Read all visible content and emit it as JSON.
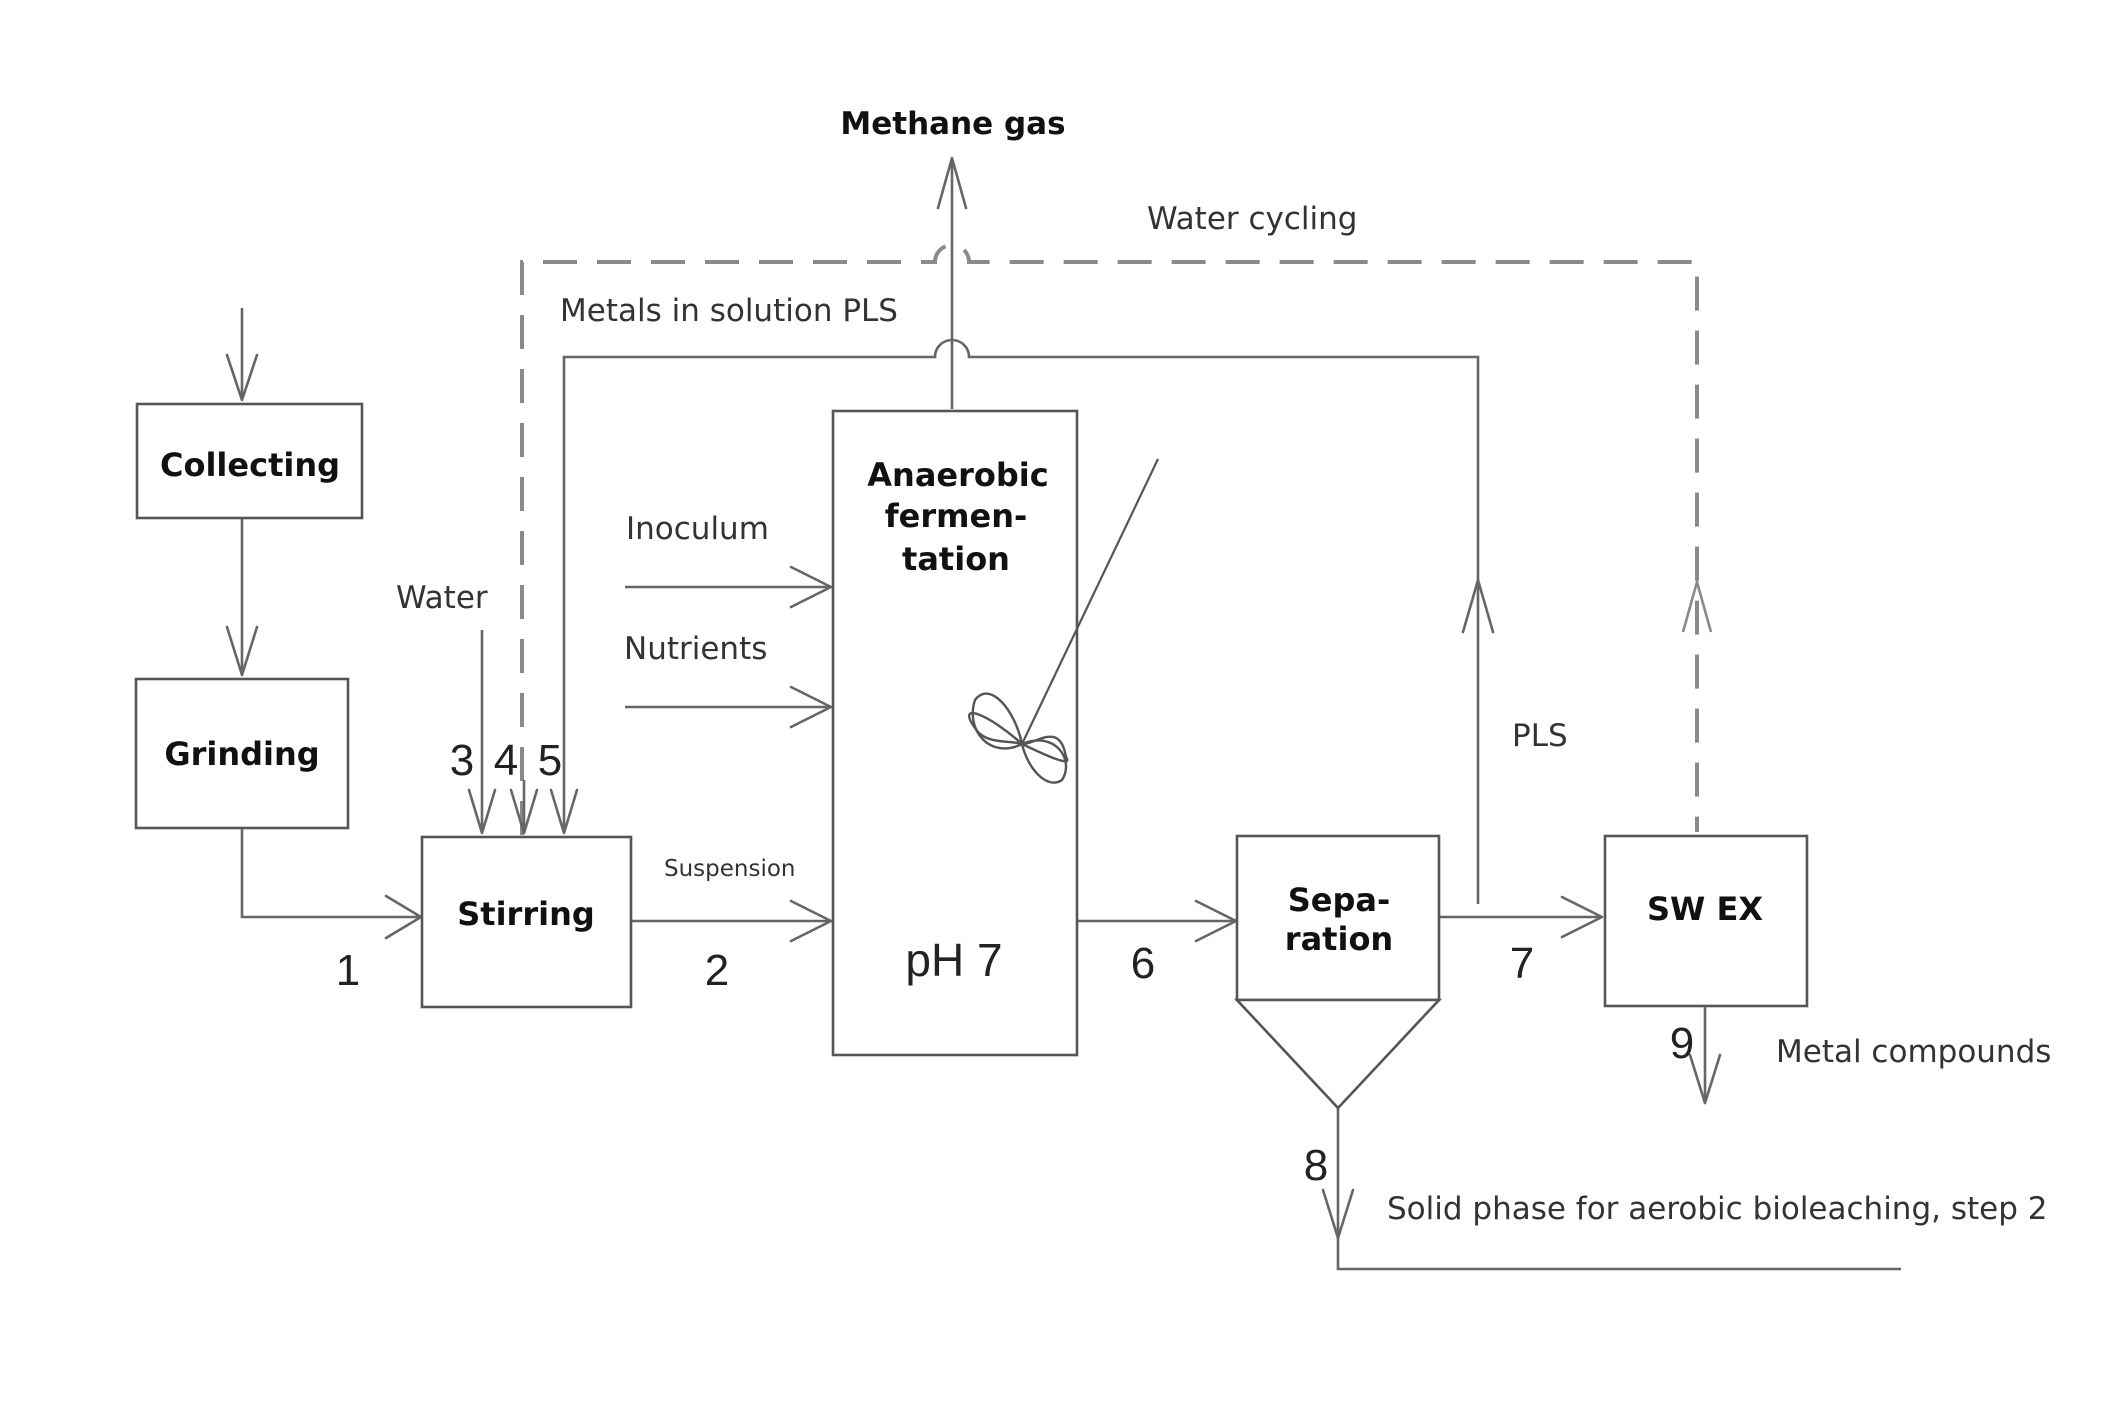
{
  "nodes": {
    "collecting": "Collecting",
    "grinding": "Grinding",
    "stirring": "Stirring",
    "fermentation_1": "Anaerobic",
    "fermentation_2": "fermen-",
    "fermentation_3": "tation",
    "ph": "pH 7",
    "separation_1": "Sepa-",
    "separation_2": "ration",
    "swex": "SW EX"
  },
  "labels": {
    "methane": "Methane gas",
    "water_cycling": "Water cycling",
    "metals_pls": "Metals in solution PLS",
    "inoculum": "Inoculum",
    "nutrients": "Nutrients",
    "water": "Water",
    "suspension": "Suspension",
    "pls": "PLS",
    "metal_compounds": "Metal compounds",
    "solid_phase": "Solid phase for aerobic bioleaching, step 2"
  },
  "stream_numbers": {
    "s1": "1",
    "s2": "2",
    "s3": "3",
    "s4": "4",
    "s5": "5",
    "s6": "6",
    "s7": "7",
    "s8": "8",
    "s9": "9"
  }
}
